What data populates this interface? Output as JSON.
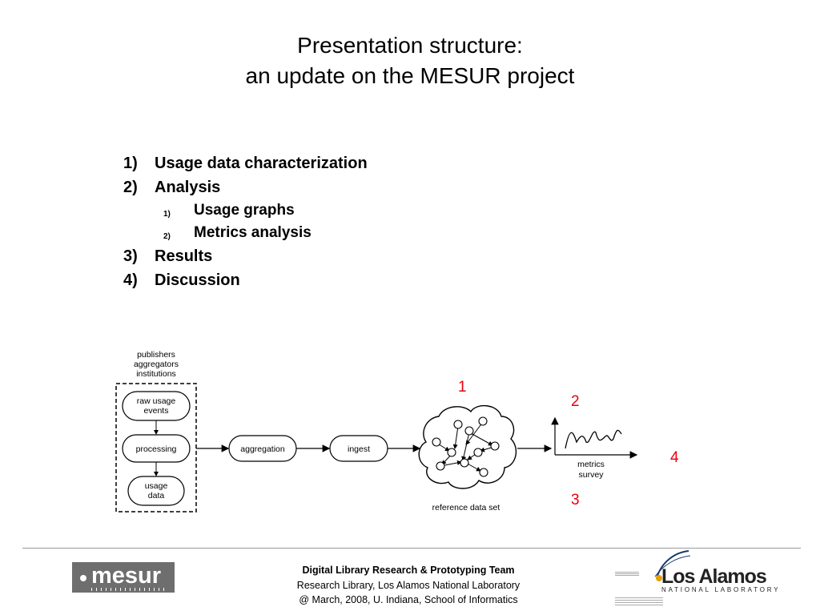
{
  "slide": {
    "title_line1": "Presentation structure:",
    "title_line2": "an update on the MESUR project"
  },
  "outline": {
    "items": [
      {
        "num": "1)",
        "label": "Usage data characterization"
      },
      {
        "num": "2)",
        "label": "Analysis"
      },
      {
        "num": "1)",
        "label": "Usage graphs"
      },
      {
        "num": "2)",
        "label": "Metrics analysis"
      },
      {
        "num": "3)",
        "label": "Results"
      },
      {
        "num": "4)",
        "label": "Discussion"
      }
    ]
  },
  "diagram": {
    "sources": [
      "publishers",
      "aggregators",
      "institutions"
    ],
    "raw_usage_events": [
      "raw usage",
      "events"
    ],
    "processing": "processing",
    "usage_data": [
      "usage",
      "data"
    ],
    "aggregation": "aggregation",
    "ingest": "ingest",
    "reference_data_set": "reference data set",
    "metrics_survey": [
      "metrics",
      "survey"
    ],
    "markers": [
      "1",
      "2",
      "3",
      "4"
    ],
    "marker_color": "#e8000b"
  },
  "footer": {
    "team": "Digital Library Research & Prototyping Team",
    "org": "Research Library, Los Alamos National Laboratory",
    "event": "@ March, 2008, U. Indiana, School of Informatics",
    "mesur_logo": "mesur",
    "lanl_name": "Los Alamos",
    "lanl_sub": "NATIONAL LABORATORY"
  }
}
